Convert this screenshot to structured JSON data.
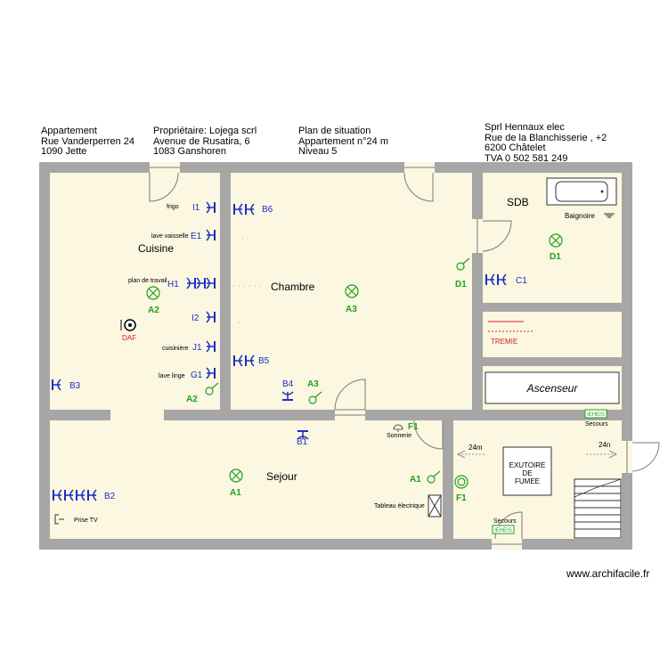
{
  "header": {
    "col1": [
      "Appartement",
      "Rue Vanderperren 24",
      "1090 Jette"
    ],
    "col2": [
      "Propriétaire: Lojega scrl",
      "Avenue de Rusatira, 6",
      "1083 Ganshoren"
    ],
    "col3": [
      "Plan de situation",
      "Appartement n°24 m",
      "Niveau 5"
    ],
    "col4": [
      "Sprl Hennaux elec",
      "Rue de la Blanchisserie , +2",
      "6200 Châtelet",
      "TVA 0 502 581 249"
    ]
  },
  "rooms": {
    "cuisine": "Cuisine",
    "chambre": "Chambre",
    "sdb": "SDB",
    "sejour": "Sejour",
    "ascenseur": "Ascenseur",
    "tremie": "TREMIE",
    "exutoire": [
      "EXUTOIRE",
      "DE",
      "FUMEE"
    ]
  },
  "labels": {
    "frigo": "frigo",
    "lave_vaisselle": "lave vaisselle",
    "plan_travail": "plan de travail",
    "cuisiniere": "cuisinière",
    "lave_linge": "lave linge",
    "daf": "DAF",
    "baignoire": "Baignoire",
    "secours": "Secours",
    "sonnerie": "Sonnerie",
    "tableau": "Tableau électrique",
    "prise_tv": "Prise TV",
    "height_left": "24m",
    "height_right": "24n"
  },
  "circuits": {
    "I1": "I1",
    "E1": "E1",
    "H1": "H1",
    "I2": "I2",
    "J1": "J1",
    "G1": "G1",
    "B6": "B6",
    "B5": "B5",
    "B4": "B4",
    "B3": "B3",
    "B2": "B2",
    "B1": "B1",
    "C1": "C1",
    "D1a": "D1",
    "D1b": "D1",
    "A2a": "A2",
    "A2b": "A2",
    "A3a": "A3",
    "A3b": "A3",
    "A1a": "A1",
    "A1b": "A1",
    "F1a": "F1",
    "F1b": "F1"
  },
  "secours_sign": "IEHEIS",
  "watermark": "www.archifacile.fr",
  "colors": {
    "wall": "#a6a6a6",
    "floor": "#fbf7e1",
    "blue": "#1a2ec5",
    "green": "#1fa11f",
    "red": "#d22020"
  }
}
